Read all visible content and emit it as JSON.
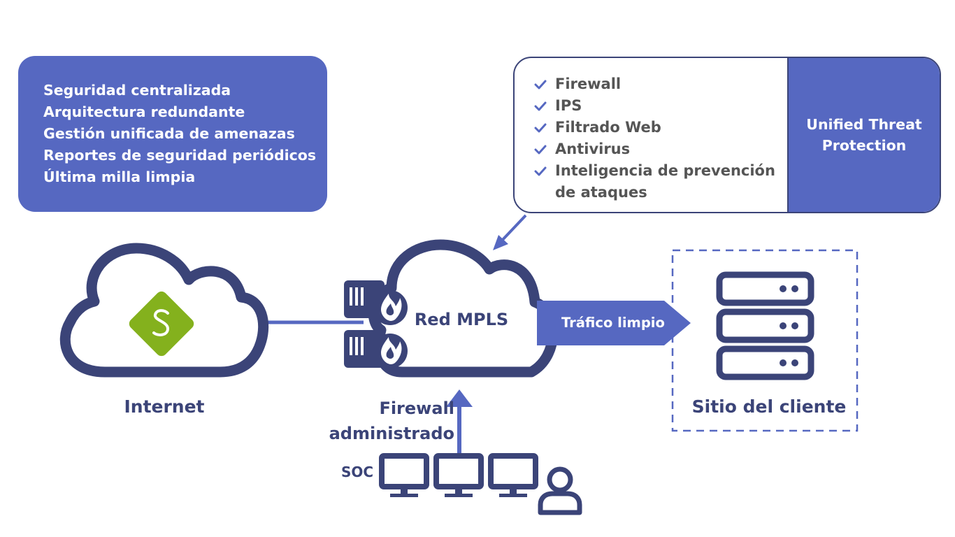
{
  "features": {
    "items": [
      "Seguridad centralizada",
      "Arquitectura redundante",
      "Gestión unificada de amenazas",
      "Reportes de seguridad periódicos",
      "Última milla limpia"
    ]
  },
  "utm": {
    "items": [
      "Firewall",
      "IPS",
      "Filtrado Web",
      "Antivirus",
      "Inteligencia de prevención",
      "de ataques"
    ],
    "label_line1": "Unified Threat",
    "label_line2": "Protection"
  },
  "nodes": {
    "internet_label": "Internet",
    "mpls_label": "Red MPLS",
    "firewall_line1": "Firewall",
    "firewall_line2": "administrado",
    "client_label": "Sitio del cliente",
    "soc_label": "SOC",
    "traffic_label": "Tráfico limpio"
  },
  "colors": {
    "accent": "#5668c1",
    "dark": "#3b4478",
    "green": "#84b11d",
    "text_gray": "#555555"
  },
  "icons": {
    "internet_logo": "green-diamond-s-icon",
    "firewall": "server-flame-icon",
    "client": "server-rack-icon",
    "soc": "monitor-icon",
    "operator": "user-icon",
    "check": "check-icon"
  }
}
